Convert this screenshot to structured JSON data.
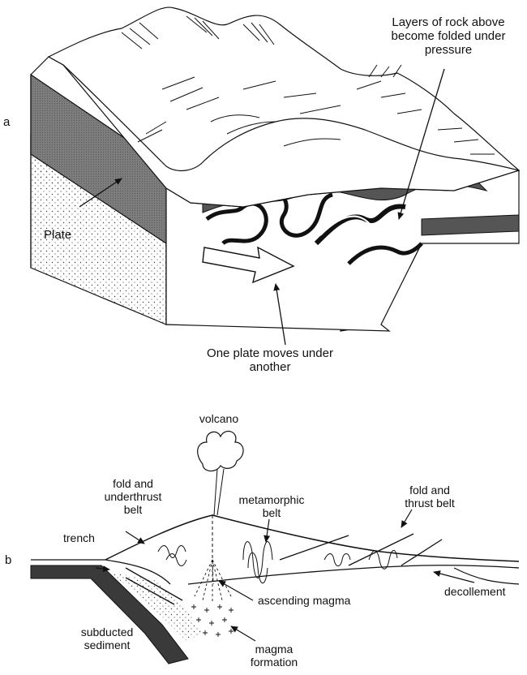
{
  "panel_a": {
    "panel_label": "a",
    "label_plate": "Plate",
    "label_folded_line1": "Layers of rock above",
    "label_folded_line2": "become folded under",
    "label_folded_line3": "pressure",
    "label_moves_line1": "One plate moves under",
    "label_moves_line2": "another"
  },
  "panel_b": {
    "panel_label": "b",
    "volcano": "volcano",
    "fold_underthrust_line1": "fold and",
    "fold_underthrust_line2": "underthrust",
    "fold_underthrust_line3": "belt",
    "trench": "trench",
    "metamorphic_line1": "metamorphic",
    "metamorphic_line2": "belt",
    "fold_thrust_line1": "fold and",
    "fold_thrust_line2": "thrust belt",
    "ascending_magma": "ascending magma",
    "decollement": "decollement",
    "subducted_line1": "subducted",
    "subducted_line2": "sediment",
    "magma_formation_line1": "magma",
    "magma_formation_line2": "formation"
  }
}
